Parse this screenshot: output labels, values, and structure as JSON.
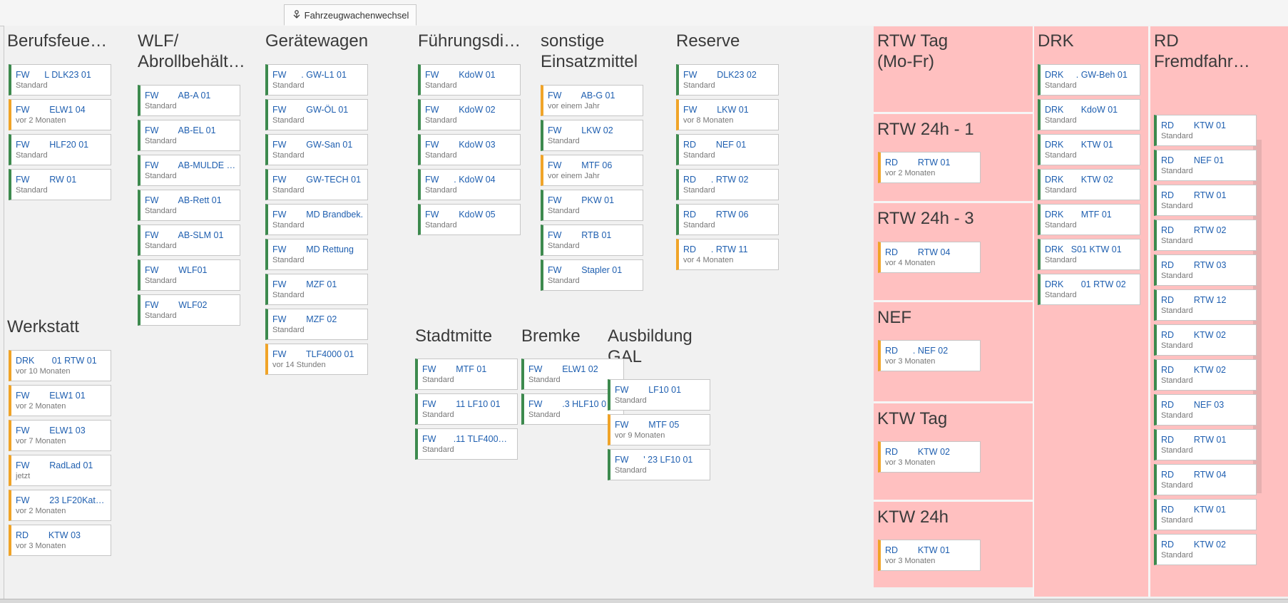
{
  "tab": {
    "label": "Fahrzeugwachenwechsel",
    "icon": "vehicle-change-icon"
  },
  "colors": {
    "green": "#3d8a4e",
    "orange": "#f0a428",
    "pink": "#ffc0c0",
    "link": "#1f5fb0"
  },
  "groups": [
    {
      "title": "Berufsfeue…",
      "cards": [
        {
          "label": "FW      L DLK23 01",
          "status": "Standard",
          "color": "green"
        },
        {
          "label": "FW        ELW1 04",
          "status": "vor 2 Monaten",
          "color": "orange"
        },
        {
          "label": "FW        HLF20 01",
          "status": "Standard",
          "color": "green"
        },
        {
          "label": "FW        RW 01",
          "status": "Standard",
          "color": "green"
        }
      ]
    },
    {
      "title": "WLF/\nAbrollbehält…",
      "cards": [
        {
          "label": "FW        AB-A 01",
          "status": "Standard",
          "color": "green"
        },
        {
          "label": "FW        AB-EL 01",
          "status": "Standard",
          "color": "green"
        },
        {
          "label": "FW        AB-MULDE …",
          "status": "Standard",
          "color": "green"
        },
        {
          "label": "FW        AB-Rett 01",
          "status": "Standard",
          "color": "green"
        },
        {
          "label": "FW        AB-SLM 01",
          "status": "Standard",
          "color": "green"
        },
        {
          "label": "FW        WLF01",
          "status": "Standard",
          "color": "green"
        },
        {
          "label": "FW        WLF02",
          "status": "Standard",
          "color": "green"
        }
      ]
    },
    {
      "title": "Gerätewagen",
      "cards": [
        {
          "label": "FW      . GW-L1 01",
          "status": "Standard",
          "color": "green"
        },
        {
          "label": "FW        GW-ÖL 01",
          "status": "Standard",
          "color": "green"
        },
        {
          "label": "FW        GW-San 01",
          "status": "Standard",
          "color": "green"
        },
        {
          "label": "FW        GW-TECH 01",
          "status": "Standard",
          "color": "green"
        },
        {
          "label": "FW        MD Brandbek.",
          "status": "Standard",
          "color": "green"
        },
        {
          "label": "FW        MD Rettung",
          "status": "Standard",
          "color": "green"
        },
        {
          "label": "FW        MZF 01",
          "status": "Standard",
          "color": "green"
        },
        {
          "label": "FW        MZF 02",
          "status": "Standard",
          "color": "green"
        },
        {
          "label": "FW        TLF4000 01",
          "status": "vor 14 Stunden",
          "color": "orange"
        }
      ]
    },
    {
      "title": "Führungsdi…",
      "cards": [
        {
          "label": "FW        KdoW 01",
          "status": "Standard",
          "color": "green"
        },
        {
          "label": "FW        KdoW 02",
          "status": "Standard",
          "color": "green"
        },
        {
          "label": "FW        KdoW 03",
          "status": "Standard",
          "color": "green"
        },
        {
          "label": "FW      . KdoW 04",
          "status": "Standard",
          "color": "green"
        },
        {
          "label": "FW        KdoW 05",
          "status": "Standard",
          "color": "green"
        }
      ]
    },
    {
      "title": "sonstige\nEinsatzmittel",
      "cards": [
        {
          "label": "FW        AB-G 01",
          "status": "vor einem Jahr",
          "color": "orange"
        },
        {
          "label": "FW        LKW 02",
          "status": "Standard",
          "color": "green"
        },
        {
          "label": "FW        MTF 06",
          "status": "vor einem Jahr",
          "color": "orange"
        },
        {
          "label": "FW        PKW 01",
          "status": "Standard",
          "color": "green"
        },
        {
          "label": "FW        RTB 01",
          "status": "Standard",
          "color": "green"
        },
        {
          "label": "FW        Stapler 01",
          "status": "Standard",
          "color": "green"
        }
      ]
    },
    {
      "title": "Reserve",
      "cards": [
        {
          "label": "FW        DLK23 02",
          "status": "Standard",
          "color": "green"
        },
        {
          "label": "FW        LKW 01",
          "status": "vor 8 Monaten",
          "color": "orange"
        },
        {
          "label": "RD        NEF 01",
          "status": "Standard",
          "color": "green"
        },
        {
          "label": "RD      . RTW 02",
          "status": "Standard",
          "color": "green"
        },
        {
          "label": "RD        RTW 06",
          "status": "Standard",
          "color": "green"
        },
        {
          "label": "RD      . RTW 11",
          "status": "vor 4 Monaten",
          "color": "orange"
        }
      ]
    },
    {
      "title": "Werkstatt",
      "cards": [
        {
          "label": "DRK       01 RTW 01",
          "status": "vor 10 Monaten",
          "color": "orange"
        },
        {
          "label": "FW        ELW1 01",
          "status": "vor 2 Monaten",
          "color": "orange"
        },
        {
          "label": "FW        ELW1 03",
          "status": "vor 7 Monaten",
          "color": "orange"
        },
        {
          "label": "FW        RadLad 01",
          "status": "jetzt",
          "color": "orange"
        },
        {
          "label": "FW        23 LF20Kat…",
          "status": "vor 2 Monaten",
          "color": "orange"
        },
        {
          "label": "RD        KTW 03",
          "status": "vor 3 Monaten",
          "color": "orange"
        }
      ]
    },
    {
      "title": "Stadtmitte",
      "cards": [
        {
          "label": "FW        MTF 01",
          "status": "Standard",
          "color": "green"
        },
        {
          "label": "FW        11 LF10 01",
          "status": "Standard",
          "color": "green"
        },
        {
          "label": "FW       .11 TLF400…",
          "status": "Standard",
          "color": "green"
        }
      ]
    },
    {
      "title": "Bremke",
      "cards": [
        {
          "label": "FW        ELW1 02",
          "status": "Standard",
          "color": "green"
        },
        {
          "label": "FW        .3 HLF10 0",
          "status": "Standard",
          "color": "green"
        }
      ]
    },
    {
      "title": "Ausbildung\nGAL",
      "cards": [
        {
          "label": "FW        LF10 01",
          "status": "Standard",
          "color": "green"
        },
        {
          "label": "FW        MTF 05",
          "status": "vor 9 Monaten",
          "color": "orange"
        },
        {
          "label": "FW      ' 23 LF10 01",
          "status": "Standard",
          "color": "green"
        }
      ]
    },
    {
      "title": "RTW Tag\n(Mo-Fr)",
      "cards": []
    },
    {
      "title": "RTW 24h - 1",
      "cards": [
        {
          "label": "RD        RTW 01",
          "status": "vor 2 Monaten",
          "color": "orange"
        }
      ]
    },
    {
      "title": "RTW 24h - 3",
      "cards": [
        {
          "label": "RD        RTW 04",
          "status": "vor 4 Monaten",
          "color": "orange"
        }
      ]
    },
    {
      "title": "NEF",
      "cards": [
        {
          "label": "RD      . NEF 02",
          "status": "vor 3 Monaten",
          "color": "orange"
        }
      ]
    },
    {
      "title": "KTW Tag",
      "cards": [
        {
          "label": "RD        KTW 02",
          "status": "vor 3 Monaten",
          "color": "orange"
        }
      ]
    },
    {
      "title": "KTW 24h",
      "cards": [
        {
          "label": "RD        KTW 01",
          "status": "vor 3 Monaten",
          "color": "orange"
        }
      ]
    },
    {
      "title": "DRK",
      "cards": [
        {
          "label": "DRK     . GW-Beh 01",
          "status": "Standard",
          "color": "green"
        },
        {
          "label": "DRK       KdoW 01",
          "status": "Standard",
          "color": "green"
        },
        {
          "label": "DRK       KTW 01",
          "status": "Standard",
          "color": "green"
        },
        {
          "label": "DRK       KTW 02",
          "status": "Standard",
          "color": "green"
        },
        {
          "label": "DRK       MTF 01",
          "status": "Standard",
          "color": "green"
        },
        {
          "label": "DRK   S01 KTW 01",
          "status": "Standard",
          "color": "green"
        },
        {
          "label": "DRK       01 RTW 02",
          "status": "Standard",
          "color": "green"
        }
      ]
    },
    {
      "title": "RD\nFremdfahr…",
      "cards": [
        {
          "label": "RD        KTW 01",
          "status": "Standard",
          "color": "green"
        },
        {
          "label": "RD        NEF 01",
          "status": "Standard",
          "color": "green"
        },
        {
          "label": "RD        RTW 01",
          "status": "Standard",
          "color": "green"
        },
        {
          "label": "RD        RTW 02",
          "status": "Standard",
          "color": "green"
        },
        {
          "label": "RD        RTW 03",
          "status": "Standard",
          "color": "green"
        },
        {
          "label": "RD        RTW 12",
          "status": "Standard",
          "color": "green"
        },
        {
          "label": "RD        KTW 02",
          "status": "Standard",
          "color": "green"
        },
        {
          "label": "RD        KTW 02",
          "status": "Standard",
          "color": "green"
        },
        {
          "label": "RD        NEF 03",
          "status": "Standard",
          "color": "green"
        },
        {
          "label": "RD        RTW 01",
          "status": "Standard",
          "color": "green"
        },
        {
          "label": "RD        RTW 04",
          "status": "Standard",
          "color": "green"
        },
        {
          "label": "RD        KTW 01",
          "status": "Standard",
          "color": "green"
        },
        {
          "label": "RD        KTW 02",
          "status": "Standard",
          "color": "green"
        }
      ]
    }
  ]
}
